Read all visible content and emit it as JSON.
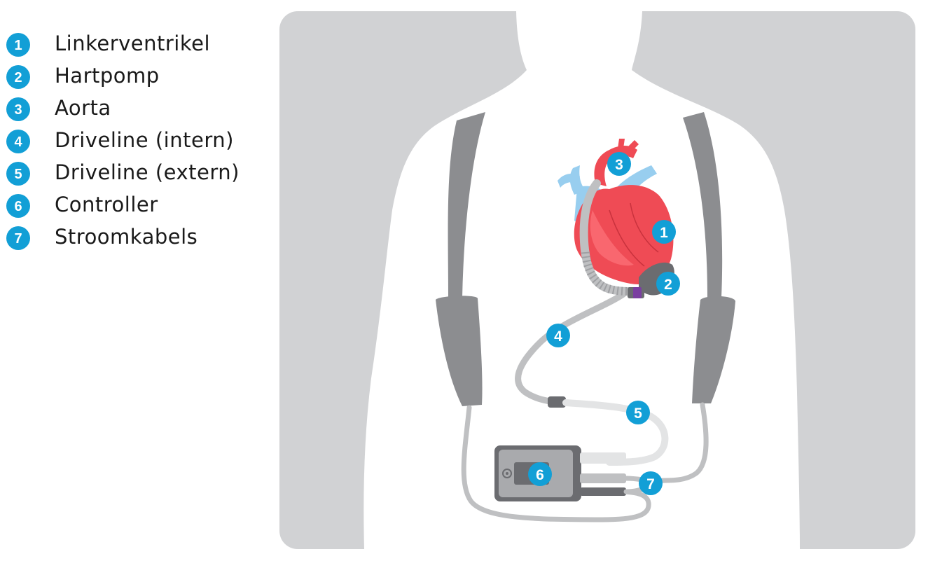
{
  "colors": {
    "badge": "#129fd6",
    "badge_text": "#ffffff",
    "background_panel": "#d1d2d4",
    "body": "#ffffff",
    "strap": "#8c8d90",
    "heart": "#ef4b55",
    "vessel_blue": "#98ceef",
    "cable": "#bfc0c2",
    "controller": "#6b6c70"
  },
  "legend": [
    {
      "number": "1",
      "label": "Linkerventrikel"
    },
    {
      "number": "2",
      "label": "Hartpomp"
    },
    {
      "number": "3",
      "label": "Aorta"
    },
    {
      "number": "4",
      "label": "Driveline (intern)"
    },
    {
      "number": "5",
      "label": "Driveline (extern)"
    },
    {
      "number": "6",
      "label": "Controller"
    },
    {
      "number": "7",
      "label": "Stroomkabels"
    }
  ],
  "callouts": [
    {
      "number": "3"
    },
    {
      "number": "1"
    },
    {
      "number": "2"
    },
    {
      "number": "4"
    },
    {
      "number": "5"
    },
    {
      "number": "6"
    },
    {
      "number": "7"
    }
  ]
}
